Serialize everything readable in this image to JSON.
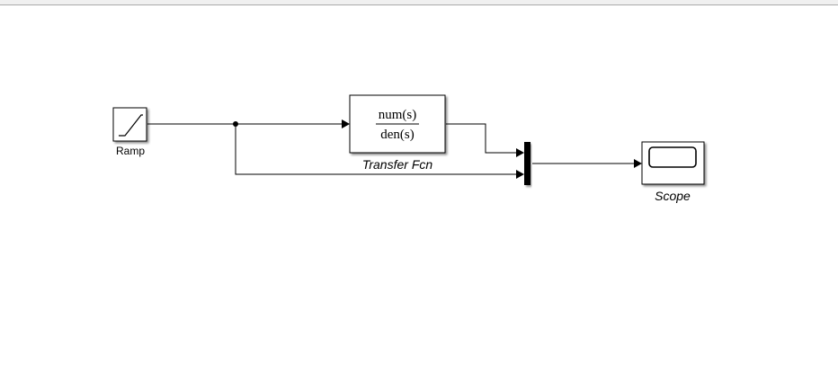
{
  "diagram": {
    "blocks": {
      "ramp": {
        "label": "Ramp"
      },
      "transfer_fcn": {
        "label": "Transfer Fcn",
        "numerator": "num(s)",
        "denominator": "den(s)"
      },
      "mux": {
        "label": ""
      },
      "scope": {
        "label": "Scope"
      }
    },
    "connections": [
      {
        "from": "Ramp",
        "to": "Transfer Fcn"
      },
      {
        "from": "Ramp",
        "to": "Mux"
      },
      {
        "from": "Transfer Fcn",
        "to": "Mux"
      },
      {
        "from": "Mux",
        "to": "Scope"
      }
    ]
  }
}
